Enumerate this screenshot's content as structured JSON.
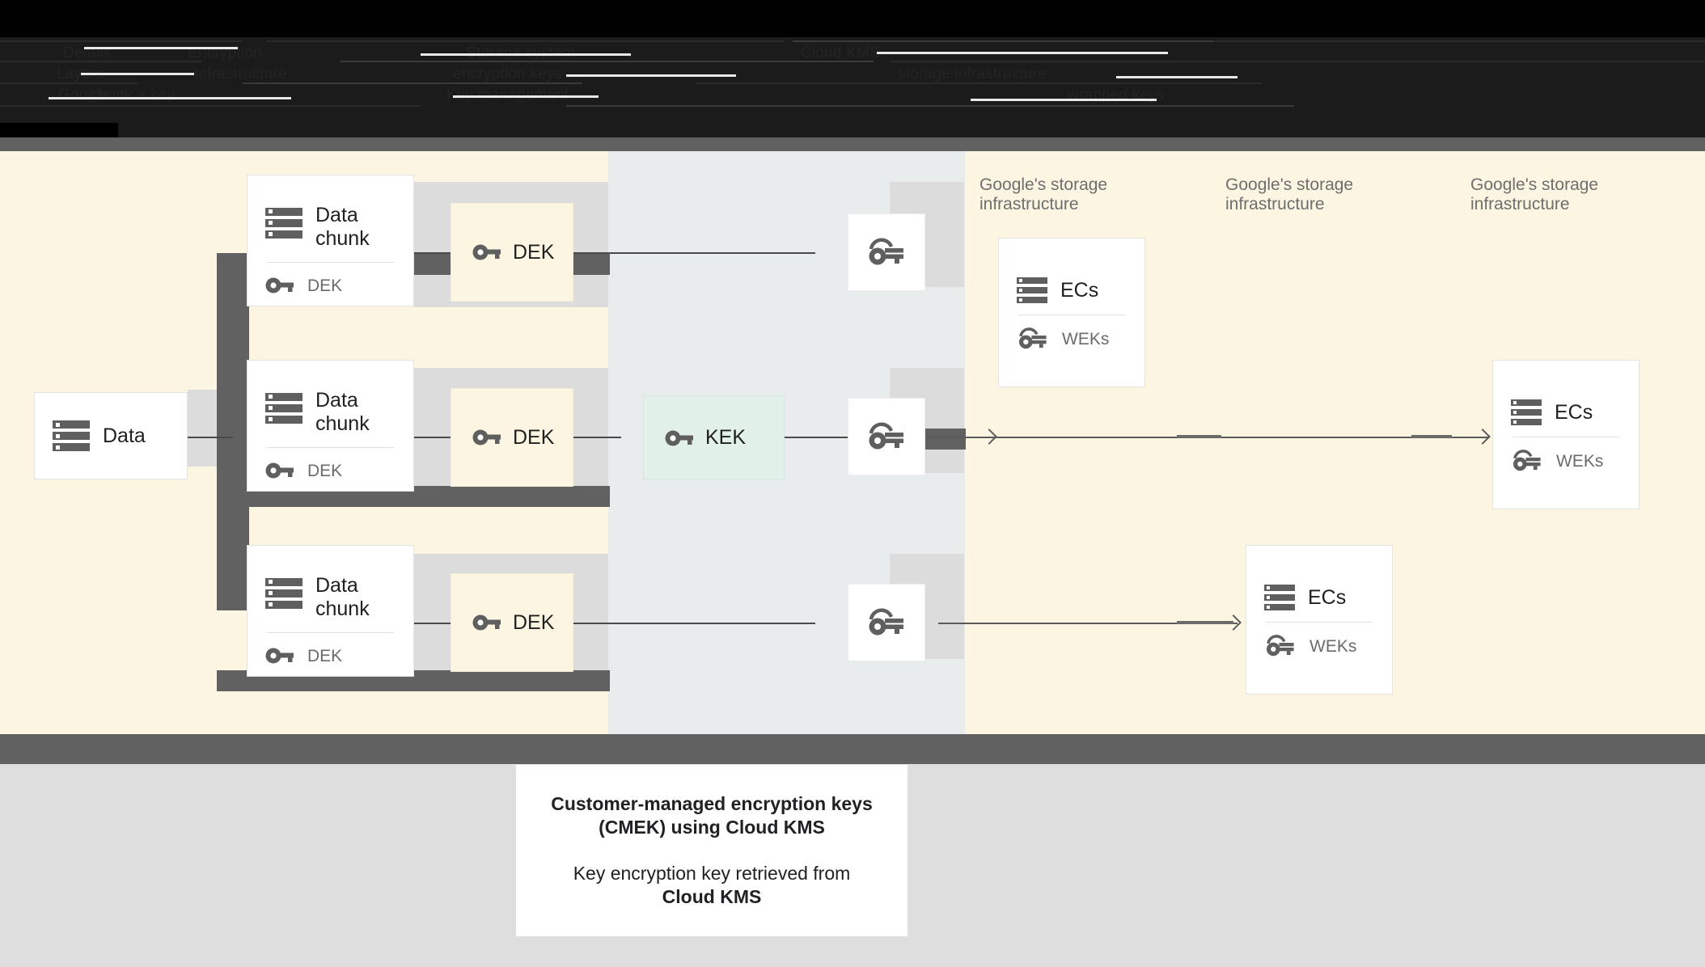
{
  "header": {
    "obscured": true,
    "note": "dark band with illegible dark-on-black text",
    "fragments": [
      "Details",
      "Layers",
      "Google",
      "Encryption",
      "Infrastructure",
      "chunk + key",
      "Storage system",
      "encryption keys",
      "Key management",
      "Cloud KMS",
      "storage infrastructure",
      "wrapped keys"
    ]
  },
  "diagram": {
    "source": {
      "label": "Data",
      "icon": "database-icon"
    },
    "chunks": [
      {
        "title_line1": "Data",
        "title_line2": "chunk",
        "key_label": "DEK",
        "icon": "database-icon",
        "key_icon": "key-icon"
      },
      {
        "title_line1": "Data",
        "title_line2": "chunk",
        "key_label": "DEK",
        "icon": "database-icon",
        "key_icon": "key-icon"
      },
      {
        "title_line1": "Data",
        "title_line2": "chunk",
        "key_label": "DEK",
        "icon": "database-icon",
        "key_icon": "key-icon"
      }
    ],
    "deks": [
      {
        "label": "DEK",
        "icon": "key-icon"
      },
      {
        "label": "DEK",
        "icon": "key-icon"
      },
      {
        "label": "DEK",
        "icon": "key-icon"
      }
    ],
    "kek": {
      "label": "KEK",
      "icon": "key-icon"
    },
    "wrapped_keys": [
      {
        "icon": "wrapped-key-icon"
      },
      {
        "icon": "wrapped-key-icon"
      },
      {
        "icon": "wrapped-key-icon"
      }
    ],
    "infra_labels": [
      "Google's storage infrastructure",
      "Google's storage infrastructure",
      "Google's storage infrastructure"
    ],
    "ec_cards": [
      {
        "title": "ECs",
        "key_label": "WEKs",
        "icon": "database-icon",
        "key_icon": "wrapped-key-icon"
      },
      {
        "title": "ECs",
        "key_label": "WEKs",
        "icon": "database-icon",
        "key_icon": "wrapped-key-icon"
      },
      {
        "title": "ECs",
        "key_label": "WEKs",
        "icon": "database-icon",
        "key_icon": "wrapped-key-icon"
      }
    ]
  },
  "caption": {
    "title_line1": "Customer-managed encryption keys",
    "title_line2": "(CMEK) using Cloud KMS",
    "body_line1": "Key encryption key retrieved from",
    "body_line2": "Cloud KMS"
  },
  "colors": {
    "canvas_cream": "#fcf5e1",
    "band_kek": "#e8ecec",
    "kek_chip": "#e1f0e9",
    "dek_chip": "#fcf5e1",
    "gray_bar": "#616161",
    "plate": "#dcdcdc",
    "bottom": "#dedede",
    "icon_gray": "#5f5f5f",
    "muted_text": "#6e6e6e"
  }
}
